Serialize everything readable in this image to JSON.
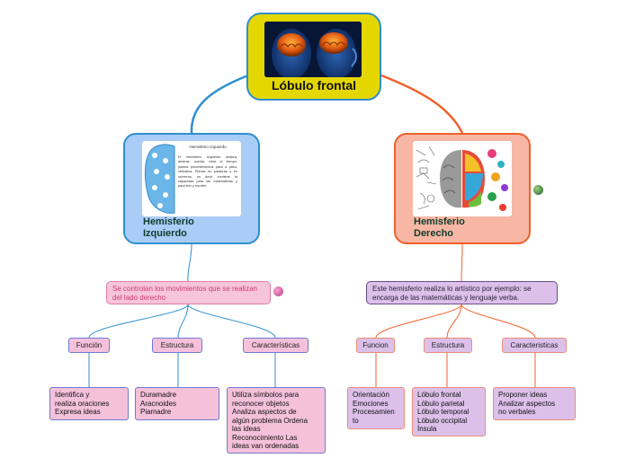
{
  "root": {
    "title": "Lóbulo frontal"
  },
  "left": {
    "title_line1": "Hemisferio",
    "title_line2": "Izquierdo",
    "image_heading": "Hemisferio Izquierdo",
    "image_text": "El hemisferio izquierdo analiza, abstrae, cuenta, mide el tiempo, planea procedimientos paso a paso, verbaliza. Piensa en palabras y en números, es decir contiene la capacidad para las matemáticas y para leer y escribir.",
    "note": "Se controlan los movimientos que se realizan del lado derecho",
    "tags": [
      "Función",
      "Estructura",
      "Características"
    ],
    "leaves": [
      [
        "Identifica y",
        "realiza oraciones",
        "Expresa ideas"
      ],
      [
        "Duramadre",
        "Aracnoides",
        "Piamadre"
      ],
      [
        "Utiliza símbolos para",
        "reconocer objetos",
        "Analiza aspectos de",
        "algún problema Ordena",
        "las ideas",
        "Reconocimiento Las",
        "ideas van ordenadas"
      ]
    ]
  },
  "right": {
    "title_line1": "Hemisferio",
    "title_line2": "Derecho",
    "note": "Este hemisferio realiza lo artístico por ejemplo: se encarga de  las matemáticas y lenguaje verba.",
    "tags": [
      "Funcion",
      "Estructura",
      "Caracteristicas"
    ],
    "leaves": [
      [
        "Orientación",
        "Emociones",
        "Procesamien",
        "to"
      ],
      [
        "Lóbulo frontal",
        "Lóbulo parietal",
        "Lóbulo temporal",
        "Lóbulo occipital",
        "Ínsula"
      ],
      [
        "Proponer ideas",
        "Analizar aspectos",
        "no verbales"
      ]
    ]
  },
  "colors": {
    "root_fill": "#e4d700",
    "left_branch": "#2f8fd0",
    "right_branch": "#f0602a",
    "left_main_fill": "#a9cdf7",
    "right_main_fill": "#f7b7a4",
    "left_leaf_fill": "#f5c1da",
    "right_leaf_fill": "#dcc0ea"
  },
  "icons": {
    "root_image": "brain-scan-image",
    "left_image": "left-hemisphere-image",
    "right_image": "right-hemisphere-image",
    "globe": "globe-icon"
  }
}
